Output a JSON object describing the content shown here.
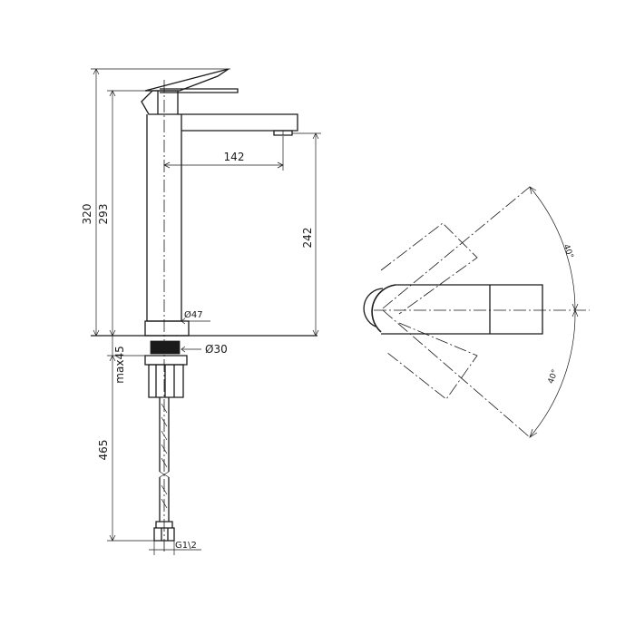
{
  "dimensions": {
    "overall_height": "320",
    "spout_height": "293",
    "spout_reach": "142",
    "outlet_height": "242",
    "base_diameter": "Ø47",
    "hole_diameter": "Ø30",
    "max_deck": "max45",
    "hose_length": "465",
    "thread": "G1\\2"
  },
  "angles": {
    "upper": "40°",
    "lower": "40°"
  },
  "colors": {
    "line": "#1a1a1a",
    "background": "#ffffff"
  }
}
